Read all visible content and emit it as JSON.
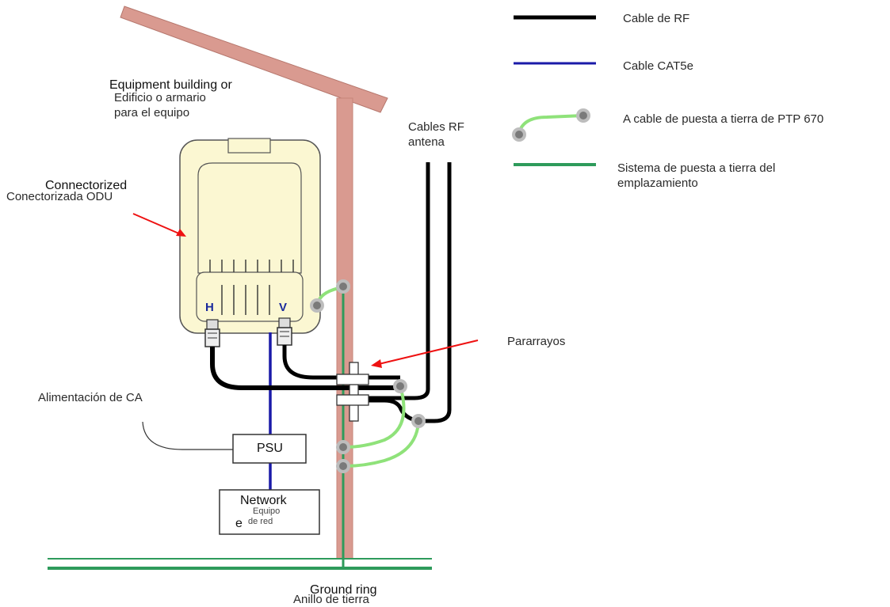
{
  "colors": {
    "rf_cable": "#000000",
    "cat5e_cable": "#1a1aa8",
    "ptp_ground_cable": "#8fe27a",
    "site_ground": "#2e9b5b",
    "pole": "#d99a90",
    "odu_fill": "#fbf7d2"
  },
  "legend": {
    "rf_cable": "Cable de RF",
    "cat5e": "Cable CAT5e",
    "ptp_ground_line1": "A cable de puesta a tierra de PTP 670",
    "site_ground_line1": "Sistema de puesta a tierra del",
    "site_ground_line2": "emplazamiento"
  },
  "labels": {
    "building_en": "Equipment building or",
    "building_es_1": "Edificio o armario",
    "building_es_2": "para el equipo",
    "odu_en": "Connectorized",
    "odu_es": "Conectorizada ODU",
    "rf_cables_1": "Cables RF",
    "rf_cables_2": "antena",
    "pol_h": "H",
    "pol_v": "V",
    "lightning": "Pararrayos",
    "ac_power": "Alimentación de CA",
    "psu": "PSU",
    "network_en": "Network",
    "network_es_1": "Equipo",
    "network_es_2": "de red",
    "network_e": "e",
    "ground_ring_en": "Ground ring",
    "ground_ring_es": "Anillo de tierra"
  }
}
